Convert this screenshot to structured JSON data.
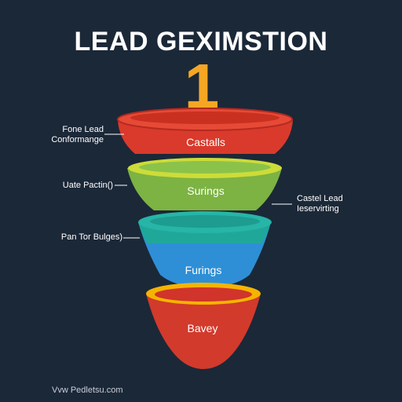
{
  "title": "LEAD GEXIMSTION",
  "step_number": "1",
  "tiers": [
    {
      "label": "Castalls",
      "color": "#d93a2b",
      "rim": "#e64a36"
    },
    {
      "label": "Surings",
      "color": "#7cb342",
      "rim": "#cddc39"
    },
    {
      "label": "Furings",
      "color": "#2e8fd6",
      "rim": "#26b5a6"
    },
    {
      "label": "Bavey",
      "color": "#d23a2c",
      "rim": "#f5b400"
    }
  ],
  "callouts": {
    "left_1_line1": "Fone Lead",
    "left_1_line2": "Conformange",
    "left_2": "Uate Pactin()",
    "left_3": "Pan Tor Bulges)",
    "right_1_line1": "Castel Lead",
    "right_1_line2": "Ieservirting"
  },
  "footer": "Vvw Pedletsu.com"
}
